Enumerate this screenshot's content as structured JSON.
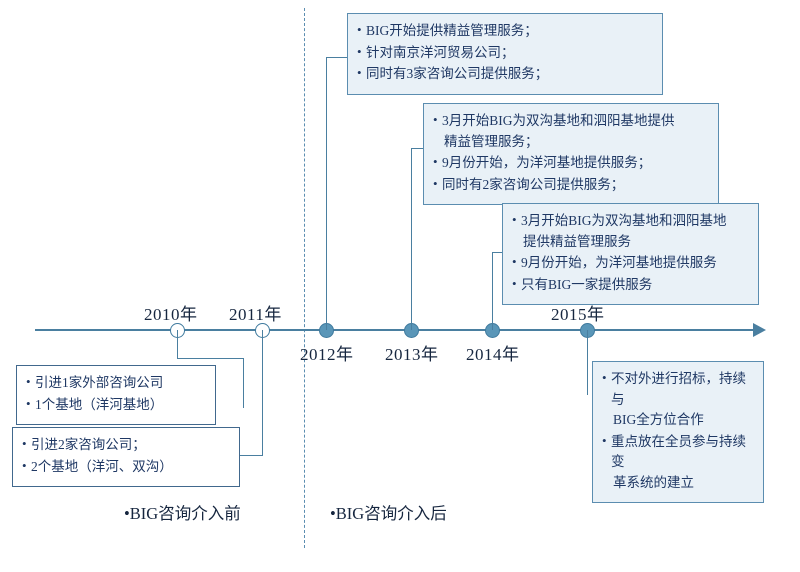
{
  "diagram": {
    "title": "BIG 咨询介入时间轴",
    "colors": {
      "line": "#4a7fa0",
      "marker_fill": "#5a96b8",
      "marker_stroke": "#3f7a9e",
      "box_fill": "#e9f1f7",
      "box_border": "#5b8db0",
      "text": "#1f3864"
    }
  },
  "axis": {
    "markers": [
      {
        "id": "m2010",
        "label": "2010年",
        "style": "hollow"
      },
      {
        "id": "m2011",
        "label": "2011年",
        "style": "hollow"
      },
      {
        "id": "m2012",
        "label": "2012年",
        "style": "filled"
      },
      {
        "id": "m2013",
        "label": "2013年",
        "style": "filled"
      },
      {
        "id": "m2014",
        "label": "2014年",
        "style": "filled"
      },
      {
        "id": "m2015",
        "label": "2015年",
        "style": "filled"
      }
    ]
  },
  "callouts": {
    "c2010": {
      "items": [
        "引进1家外部咨询公司",
        "1个基地（洋河基地）"
      ]
    },
    "c2011": {
      "items": [
        "引进2家咨询公司；",
        "2个基地（洋河、双沟）"
      ]
    },
    "c2012": {
      "items": [
        "BIG开始提供精益管理服务；",
        "针对南京洋河贸易公司；",
        "同时有3家咨询公司提供服务；"
      ]
    },
    "c2013": {
      "items": [
        "3月开始BIG为双沟基地和泗阳基地提供",
        "精益管理服务；",
        "9月份开始，为洋河基地提供服务；",
        "同时有2家咨询公司提供服务；"
      ],
      "line_is_continuation": [
        false,
        true,
        false,
        false
      ]
    },
    "c2014": {
      "items": [
        "3月开始BIG为双沟基地和泗阳基地",
        "提供精益管理服务",
        "9月份开始，为洋河基地提供服务",
        "只有BIG一家提供服务"
      ],
      "line_is_continuation": [
        false,
        true,
        false,
        false
      ]
    },
    "c2015": {
      "items": [
        "不对外进行招标，持续与",
        "BIG全方位合作",
        "重点放在全员参与持续变",
        "革系统的建立"
      ],
      "line_is_continuation": [
        false,
        true,
        false,
        true
      ]
    }
  },
  "eras": {
    "before": "•BIG咨询介入前",
    "after": "•BIG咨询介入后"
  }
}
